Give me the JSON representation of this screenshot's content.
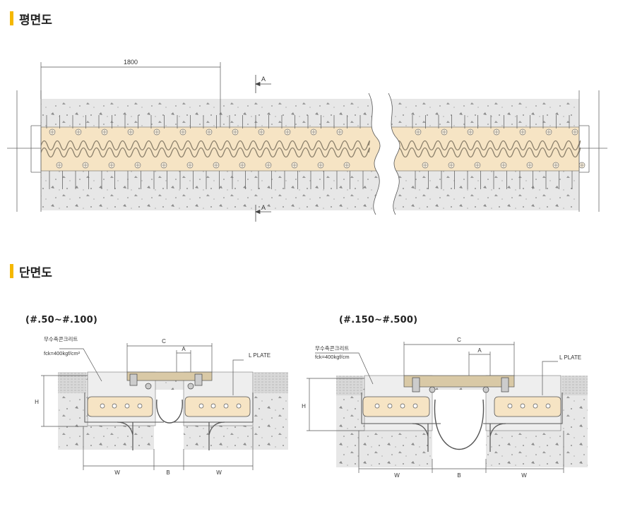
{
  "plan": {
    "title": "평면도",
    "dim_length": "1800",
    "section_mark_top": "A",
    "section_mark_bottom": "A"
  },
  "section": {
    "title": "단면도",
    "left": {
      "subtitle": "(#.50~#.100)",
      "concrete_label": "무수축콘크리트",
      "concrete_spec": "fck=400kgf/cm²",
      "plate_label": "L PLATE",
      "dim_C": "C",
      "dim_A": "A",
      "dim_H": "H",
      "dim_W_left": "W",
      "dim_B": "B",
      "dim_W_right": "W"
    },
    "right": {
      "subtitle": "(#.150~#.500)",
      "concrete_label": "무수축콘크리트",
      "concrete_spec": "fck=400kgf/cm",
      "plate_label": "L PLATE",
      "dim_C": "C",
      "dim_A": "A",
      "dim_H": "H",
      "dim_W_left": "W",
      "dim_B": "B",
      "dim_W_right": "W"
    }
  },
  "colors": {
    "accent": "#f5b800",
    "concrete": "#e6e6e6",
    "rubber": "#f6e4c4",
    "steel": "#d9c9a6",
    "line": "#555555"
  }
}
